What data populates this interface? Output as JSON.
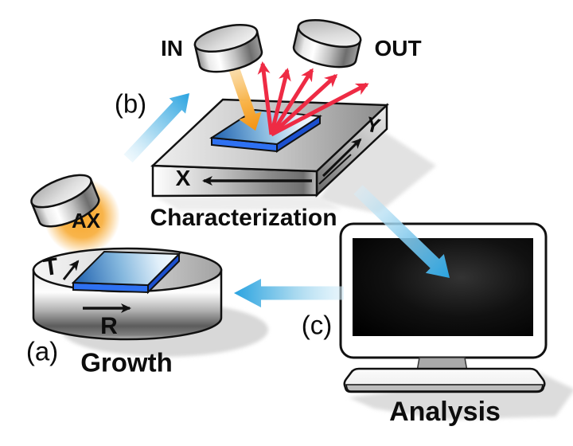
{
  "labels": {
    "in": "IN",
    "out": "OUT",
    "panel_b": "(b)",
    "characterization": "Characterization",
    "x_axis": "X",
    "y_axis": "Y",
    "ax_source": "AX",
    "t_axis": "T",
    "r_axis": "R",
    "panel_a": "(a)",
    "growth": "Growth",
    "panel_c": "(c)",
    "analysis": "Analysis"
  },
  "colors": {
    "background": "#ffffff",
    "arrow_blue": "#2aa3e0",
    "arrow_red": "#ee2b44",
    "arrow_orange": "#f39212",
    "glow_orange": "#f7a72b",
    "sample_blue": "#2e71f2",
    "sample_side_blue": "#1c50cf",
    "outline": "#111111",
    "shadow_gray": "#dcdcdc"
  }
}
